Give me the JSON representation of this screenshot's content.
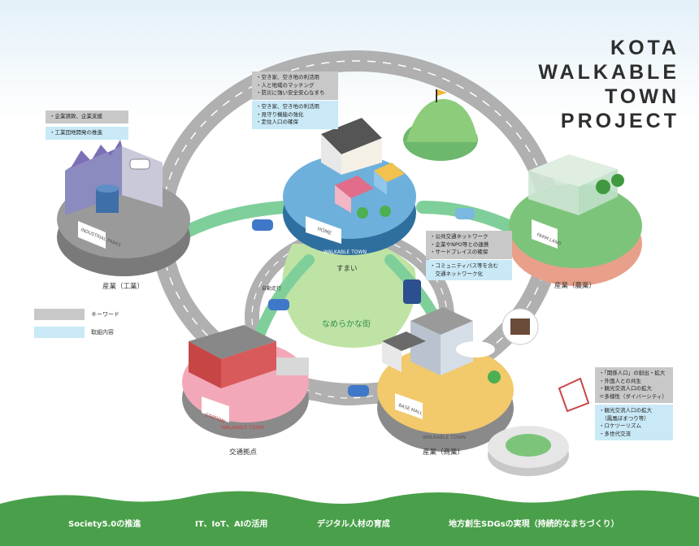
{
  "logo": {
    "line1": "KOTA",
    "line2": "WALKABLE TOWN",
    "line3": "PROJECT"
  },
  "notes": {
    "industrial": {
      "keyword": [
        "・企業誘致、企業支援"
      ],
      "action": [
        "・工業団地開発の推進"
      ]
    },
    "home": {
      "keyword": [
        "・空き家、空き地の利活用",
        "・人と地域のマッチング",
        "・防災に強い安全安心なまち"
      ],
      "action": [
        "・空き家、空き地の利活用",
        "・見守り機能の強化",
        "・定住人口の確保"
      ]
    },
    "transit": {
      "keyword": [
        "・公共交通ネットワーク",
        "・企業やNPO等との連携",
        "・サードプレイスの確保"
      ],
      "action": [
        "・コミュニティバス等を含む",
        "　交通ネットワーク化"
      ]
    },
    "tourism": {
      "keyword": [
        "・「関係人口」の創出・拡大",
        "・外国人との共生",
        "・観光交流人口の拡大",
        "＝多様性（ダイバーシティ）"
      ],
      "action": [
        "・観光交流人口の拡大",
        "　（鳳凰ぼまつり等）",
        "・ロケツーリズム",
        "・多世代交流"
      ]
    }
  },
  "legend": {
    "keyword": "キーワード",
    "action": "取組内容"
  },
  "labels": {
    "industrial": "産業（工業）",
    "home": "すまい",
    "farm": "産業（農業）",
    "station": "交通拠点",
    "mall": "産業（商業）",
    "center": "なめらかな街",
    "autonomous": "自動走行"
  },
  "zones": {
    "home": "HOME",
    "station": "STATION",
    "mall": "BASE MALL",
    "farm": "FARM LAND",
    "industrial": "INDUSTRIAL PARKS",
    "ribbon": "WALKABLE TOWN"
  },
  "bottom": [
    "Society5.0の推進",
    "IT、IoT、AIの活用",
    "デジタル人材の育成",
    "地方創生SDGsの実現（持続的なまちづくり）"
  ],
  "colors": {
    "keyword": "#c8c8c8",
    "action": "#c9e9f6",
    "hills": "#4aa04a",
    "home_disc": "#6eb0dc",
    "farm_disc": "#7cc47a",
    "station_disc": "#f2a8b8",
    "mall_disc": "#f2c96b"
  }
}
